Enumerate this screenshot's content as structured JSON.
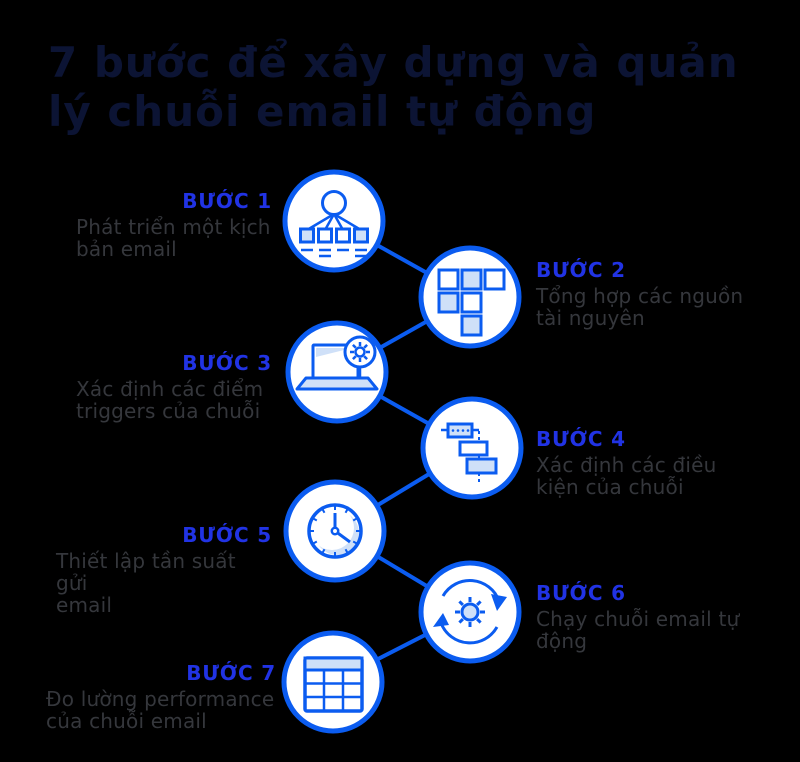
{
  "title": {
    "line1": "7 bước để xây dựng và quản",
    "line2": "lý chuỗi email tự động"
  },
  "steps": [
    {
      "label": "BƯỚC 1",
      "desc_line1": "Phát triển một kịch",
      "desc_line2": "bản email",
      "icon": "sitemap-icon",
      "side": "left"
    },
    {
      "label": "BƯỚC 2",
      "desc_line1": "Tổng hợp các nguồn",
      "desc_line2": "tài nguyên",
      "icon": "resource-squares-icon",
      "side": "right"
    },
    {
      "label": "BƯỚC 3",
      "desc_line1": "Xác định các điểm",
      "desc_line2": "triggers của chuỗi",
      "icon": "laptop-gear-icon",
      "side": "left"
    },
    {
      "label": "BƯỚC 4",
      "desc_line1": "Xác định các điều",
      "desc_line2": "kiện của chuỗi",
      "icon": "flowchart-conditions-icon",
      "side": "right"
    },
    {
      "label": "BƯỚC 5",
      "desc_line1": "Thiết lập tần suất gửi",
      "desc_line2": "email",
      "icon": "clock-icon",
      "side": "left"
    },
    {
      "label": "BƯỚC 6",
      "desc_line1": "Chạy chuỗi email tự",
      "desc_line2": "động",
      "icon": "automation-refresh-gear-icon",
      "side": "right"
    },
    {
      "label": "BƯỚC 7",
      "desc_line1": "Đo lường performance",
      "desc_line2": "của chuỗi email",
      "icon": "report-table-icon",
      "side": "left"
    }
  ],
  "colors": {
    "background": "#000000",
    "accent_blue": "#0b5cf0",
    "step_label_blue": "#2133e4",
    "description_gray": "#35373c",
    "icon_light_fill": "#cfe0f8",
    "node_fill": "#ffffff",
    "title_navy": "#0c1434"
  }
}
